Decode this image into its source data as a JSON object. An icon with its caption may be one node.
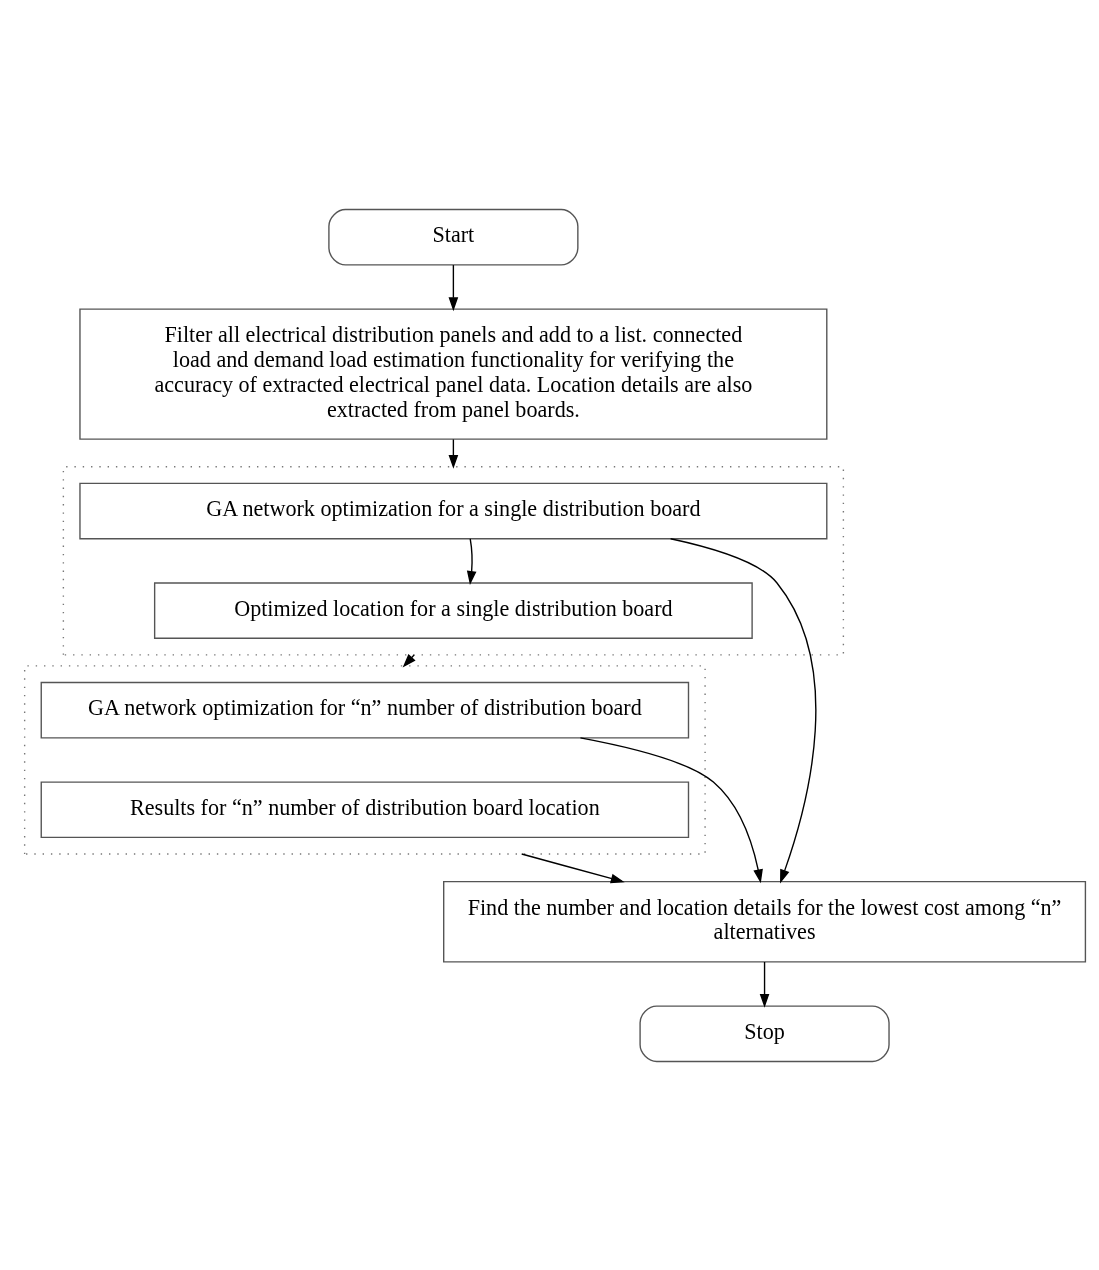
{
  "diagram": {
    "nodes": [
      {
        "text": [
          "Start"
        ]
      },
      {
        "text": [
          "Filter all electrical distribution panels and add to a list. connected load and demand load estimation functionality for verifying the accuracy of extracted electrical panel data. Location details are also extracted from panel boards."
        ]
      },
      {
        "text": [],
        "shape": "box"
      },
      {
        "text": [
          "GA network optimization for a single distribution board"
        ],
        "in": 2
      },
      {
        "text": [
          "Optimized location for a single distribution board"
        ],
        "in": 2
      },
      {
        "text": [],
        "shape": "box"
      },
      {
        "text": [
          "GA network optimization for “n” number of distribution board"
        ],
        "in": 5
      },
      {
        "text": [
          "Results for “n” number of distribution board location"
        ],
        "in": 5
      },
      {
        "text": [
          "Find the number and location details for the lowest cost among “n” alternatives"
        ]
      },
      {
        "text": [
          "Stop"
        ]
      }
    ],
    "edges": [
      {
        "from": 0,
        "to": 1,
        "arrow": "to"
      },
      {
        "from": 1,
        "to": 2,
        "arrow": "to"
      },
      {
        "from": 3,
        "to": 4,
        "arrow": "to"
      },
      {
        "from": 2,
        "to": 5,
        "arrow": "to",
        "style": "dashed"
      },
      {
        "from": 5,
        "to": 8,
        "arrow": "to"
      },
      {
        "from": 6,
        "to": 8,
        "arrow": "to"
      },
      {
        "from": 3,
        "to": 8,
        "arrow": "to"
      },
      {
        "from": 8,
        "to": 9,
        "arrow": "to"
      }
    ]
  }
}
